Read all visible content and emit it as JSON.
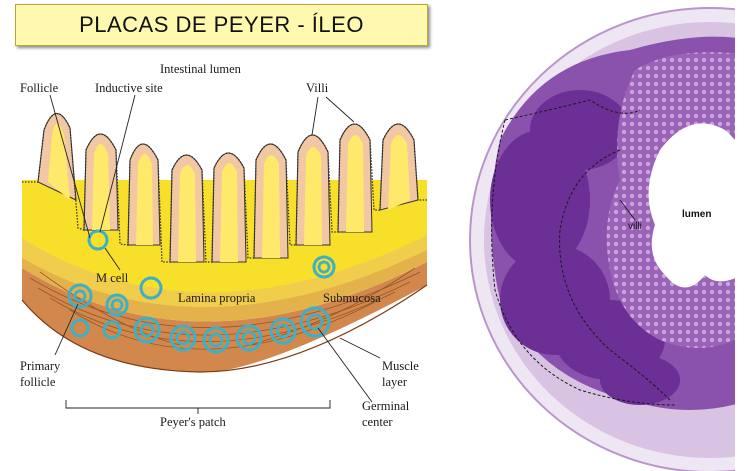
{
  "title": "PLACAS DE PEYER - ÍLEO",
  "diagram": {
    "labels": {
      "intestinal_lumen": "Intestinal lumen",
      "follicle": "Follicle",
      "inductive_site": "Inductive site",
      "villi": "Villi",
      "m_cell": "M cell",
      "lamina_propria": "Lamina propria",
      "submucosa": "Submucosa",
      "primary_follicle_1": "Primary",
      "primary_follicle_2": "follicle",
      "muscle_layer_1": "Muscle",
      "muscle_layer_2": "layer",
      "peyers_patch": "Peyer's patch",
      "germinal_center_1": "Germinal",
      "germinal_center_2": "center"
    }
  },
  "micrograph": {
    "labels": {
      "villi": "villi",
      "lumen": "lumen"
    }
  },
  "colors": {
    "title_bg": "#fff9b0",
    "villus_fill": "#ffe96a",
    "epithelium": "#f2c8a4",
    "lamina": "#f7df2a",
    "submucosa": "#e4b24a",
    "muscle": "#d2884c",
    "follicle_dots": "#3fb0c4",
    "tissue_purple": "#8b52ad",
    "lymphoid_purple": "#6b2f95"
  }
}
